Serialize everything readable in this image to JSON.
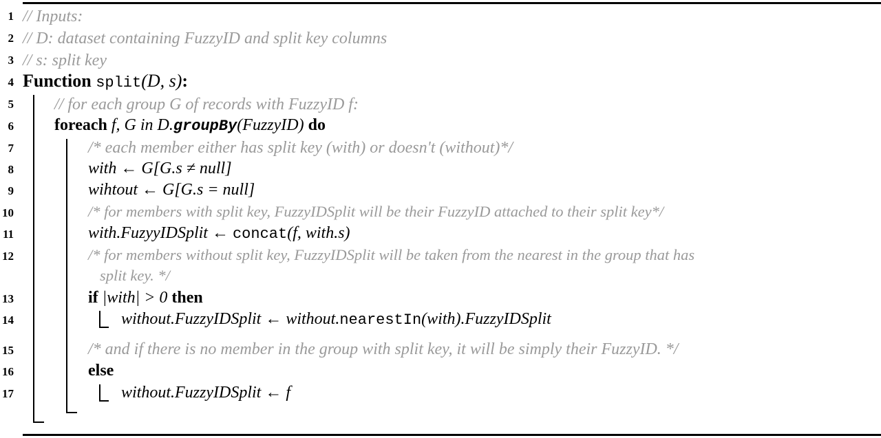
{
  "lines": [
    {
      "num": "1",
      "text": "// Inputs:"
    },
    {
      "num": "2",
      "text": "// D: dataset containing FuzzyID and split key columns"
    },
    {
      "num": "3",
      "text": "// s: split key"
    },
    {
      "num": "4",
      "kw": "Function",
      "fn": "split",
      "args": "(D, s)",
      "colon": ":"
    },
    {
      "num": "5",
      "text": "// for each group G of records with FuzzyID f:"
    },
    {
      "num": "6",
      "kw": "foreach",
      "a": "f, G in D.",
      "fn": "groupBy",
      "b": "(FuzzyID)",
      "kw2": "do"
    },
    {
      "num": "7",
      "text": "/* each member either has split key (with) or doesn't (without)*/"
    },
    {
      "num": "8",
      "text": "with ← G[G.s ≠ null]"
    },
    {
      "num": "9",
      "text": "wihtout ← G[G.s = null]"
    },
    {
      "num": "10",
      "text": "/* for members with split key, FuzzyIDSplit will be their FuzzyID attached to their split key*/"
    },
    {
      "num": "11",
      "a": "with.FuzyyIDSplit ← ",
      "fn": "concat",
      "b": "(f, with.s)"
    },
    {
      "num": "12",
      "text": "/* for members without split key, FuzzyIDSplit will be taken from the nearest in the group that has",
      "cont": "split key. */"
    },
    {
      "num": "13",
      "kw": "if",
      "a": "|with| > 0",
      "kw2": "then"
    },
    {
      "num": "14",
      "a": "without.FuzzyIDSplit ← without.",
      "fn": "nearestIn",
      "b": "(with).FuzzyIDSplit"
    },
    {
      "num": "15",
      "text": "/* and if there is no member in the group with split key, it will be simply their FuzzyID. */"
    },
    {
      "num": "16",
      "kw": "else"
    },
    {
      "num": "17",
      "text": "without.FuzzyIDSplit ← f"
    }
  ]
}
